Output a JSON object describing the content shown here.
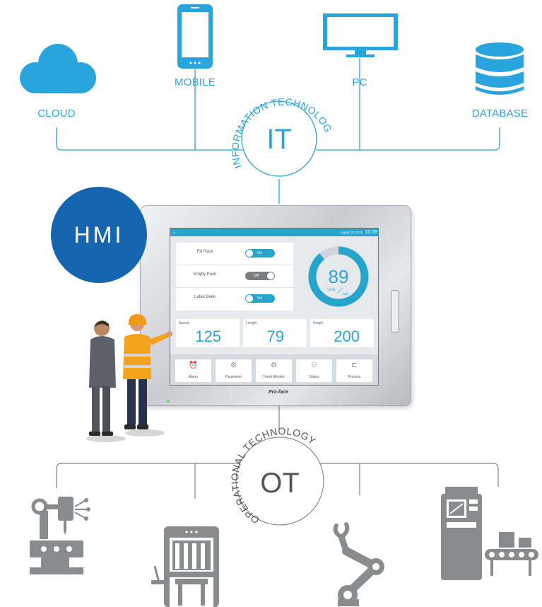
{
  "it_labels": {
    "cloud": "CLOUD",
    "mobile": "MOBILE",
    "pc": "PC",
    "database": "DATABASE"
  },
  "it_hub": {
    "ring_text": "INFORMATION TECHNOLOGY",
    "center": "IT"
  },
  "ot_hub": {
    "ring_text": "OPERATIONAL TECHNOLOGY",
    "center": "OT"
  },
  "hmi_label": "HMI",
  "hmi_screen": {
    "date": "August 31,2019",
    "time": "10:28",
    "toggles": [
      {
        "name": "Fill Pack",
        "state": "On"
      },
      {
        "name": "Empty Pack",
        "state": "Off"
      },
      {
        "name": "Label Seek",
        "state": "On"
      }
    ],
    "gauge": {
      "value": "89",
      "unit_top": "Units",
      "unit_bottom": "min",
      "fill_fraction": 0.89
    },
    "metrics": [
      {
        "name": "Speed",
        "value": "125"
      },
      {
        "name": "Length",
        "value": "79"
      },
      {
        "name": "Height",
        "value": "200"
      }
    ],
    "nav": [
      "Alarm",
      "Parameter",
      "Trend Monitor",
      "Status",
      "Process"
    ],
    "brand": "Pro-face"
  },
  "colors": {
    "accent": "#2aa4dc",
    "hmi_blue": "#1565b0",
    "screen_accent": "#27a4c9",
    "machine_gray": "#8a8b8d"
  }
}
